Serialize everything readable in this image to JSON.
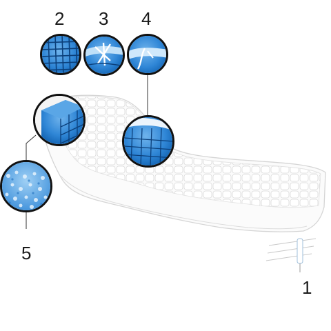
{
  "labels": {
    "n1": "1",
    "n2": "2",
    "n3": "3",
    "n4": "4",
    "n5": "5"
  },
  "colors": {
    "blue_dark": "#0f5fae",
    "blue_mid": "#2f86d6",
    "blue_light": "#8ec6f2",
    "outline": "#d5d5d5",
    "ring": "#111111"
  },
  "icons": [
    "grid-fabric-icon",
    "ventilation-channels-icon",
    "zipper-icon",
    "foam-cube-icon",
    "memory-foam-icon",
    "soft-fiber-icon"
  ]
}
